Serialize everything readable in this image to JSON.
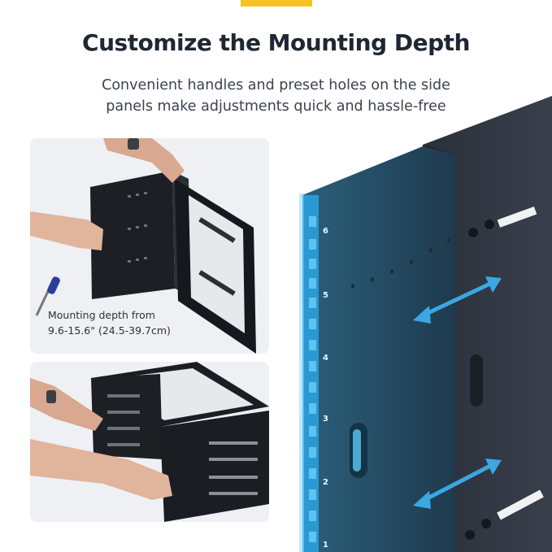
{
  "header": {
    "title": "Customize the Mounting Depth",
    "subtitle_line1": "Convenient handles and preset holes on the side",
    "subtitle_line2": "panels make adjustments quick and hassle-free"
  },
  "photo_top": {
    "caption_line1": "Mounting depth from",
    "caption_line2": "9.6-15.6\" (24.5-39.7cm)"
  },
  "rack_numbers": [
    "6",
    "5",
    "4",
    "3",
    "2",
    "1"
  ],
  "colors": {
    "accent": "#f7c325",
    "title": "#1f2733",
    "rack_highlight": "#2aa3e0",
    "rack_panel": "#2a3d4e"
  }
}
